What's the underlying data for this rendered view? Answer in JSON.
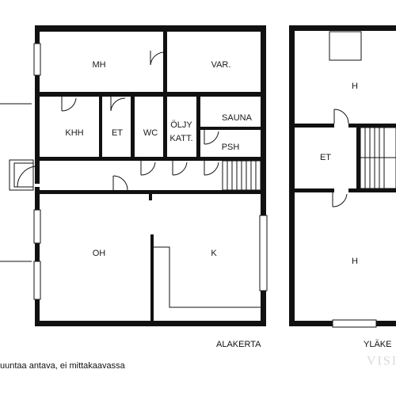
{
  "floors": {
    "lower": {
      "name": "ALAKERTA",
      "rooms": [
        "MH",
        "VAR.",
        "KHH",
        "ET",
        "WC",
        "ÖLJY",
        "KATT.",
        "SAUNA",
        "PSH",
        "OH",
        "K"
      ]
    },
    "upper": {
      "name": "YLÄKE",
      "rooms": [
        "H",
        "ET",
        "H"
      ]
    }
  },
  "footer": {
    "disclaimer": "uuntaa antava, ei mittakaavassa",
    "watermark": "VISIO"
  },
  "colors": {
    "wall": "#111111",
    "background": "#ffffff",
    "watermark": "#d9d9d9"
  }
}
